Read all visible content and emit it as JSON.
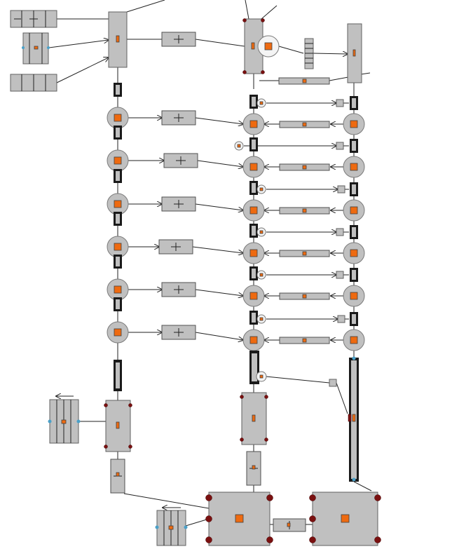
{
  "diagram": {
    "type": "process-flow-schematic",
    "colors": {
      "block_fill": "#c0c0c0",
      "block_stroke": "#606060",
      "core_fill": "#ee6a10",
      "port_fill": "#7a1010",
      "connector_fill": "#1a1a1a",
      "link_color": "#222222"
    },
    "left_column_nodes": 6,
    "middle_column_nodes": 6,
    "right_column_nodes": 6,
    "horizontal_pipes_per_row": 2,
    "large_tanks": 2,
    "labels": []
  }
}
